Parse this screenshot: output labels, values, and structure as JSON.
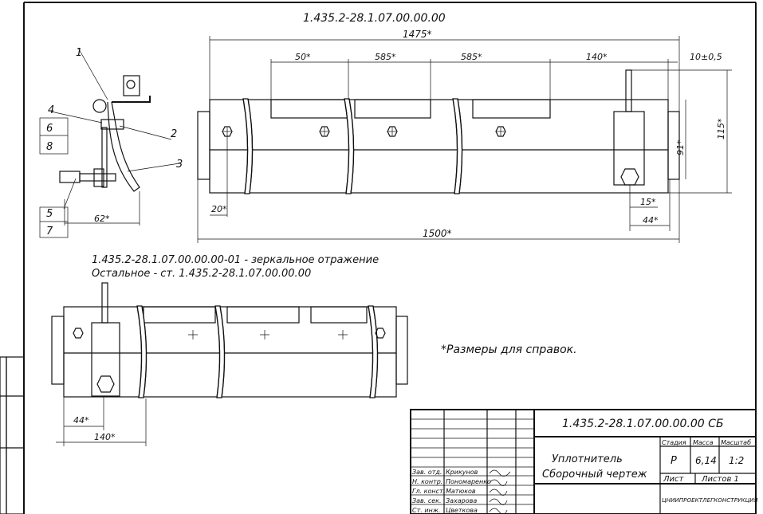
{
  "drawing": {
    "top_designation": "1.435.2-28.1.07.00.00.00",
    "dims": {
      "overall": "1475*",
      "d50": "50*",
      "d585a": "585*",
      "d585b": "585*",
      "d140": "140*",
      "tol": "10±0,5",
      "h115": "115*",
      "h91": "91*",
      "d20": "20*",
      "d15": "15*",
      "d44": "44*",
      "total": "1500*",
      "d62": "62*"
    },
    "parts": [
      "1",
      "2",
      "3",
      "4",
      "5",
      "6",
      "7",
      "8"
    ],
    "mirror_note": "1.435.2-28.1.07.00.00.00-01 - зеркальное отражение",
    "rest_note": "Остальное - ст. 1.435.2-28.1.07.00.00.00",
    "ref_note": "*Размеры для справок.",
    "lower_dims": {
      "d44": "44*",
      "d140": "140*"
    }
  },
  "title_block": {
    "designation": "1.435.2-28.1.07.00.00.00 СБ",
    "name_line1": "Уплотнитель",
    "name_line2": "Сборочный чертеж",
    "stage_label": "Стадия",
    "mass_label": "Масса",
    "scale_label": "Масштаб",
    "stage": "Р",
    "mass": "6,14",
    "scale": "1:2",
    "sheet_label": "Лист",
    "sheets_label": "Листов 1",
    "org": "ЦНИИПРОЕКТЛЕГКОНСТРУКЦИЯ",
    "signers": [
      {
        "role": "Зав. отд.",
        "name": "Крикунов"
      },
      {
        "role": "Н. контр.",
        "name": "Пономаренко"
      },
      {
        "role": "Гл. конст.",
        "name": "Матюков"
      },
      {
        "role": "Зав. сек.",
        "name": "Захарова"
      },
      {
        "role": "Ст. инж.",
        "name": "Цветкова"
      }
    ]
  }
}
